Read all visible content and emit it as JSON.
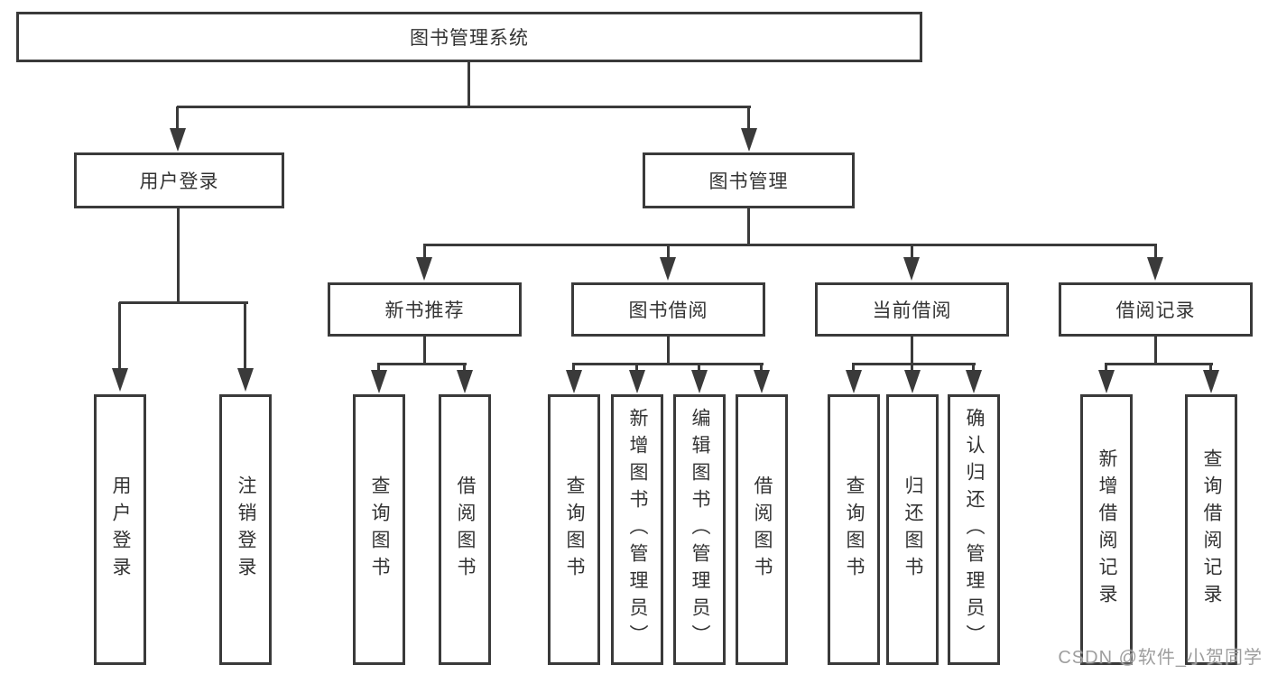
{
  "diagram": {
    "root": {
      "label": "图书管理系统"
    },
    "level2": [
      {
        "label": "用户登录"
      },
      {
        "label": "图书管理"
      }
    ],
    "level3": [
      {
        "label": "新书推荐"
      },
      {
        "label": "图书借阅"
      },
      {
        "label": "当前借阅"
      },
      {
        "label": "借阅记录"
      }
    ],
    "leaves": {
      "user_login": [
        "用户登录",
        "注销登录"
      ],
      "new_book_recommend": [
        "查询图书",
        "借阅图书"
      ],
      "book_borrow": [
        "查询图书",
        "新增图书（管理员）",
        "编辑图书（管理员）",
        "借阅图书"
      ],
      "current_borrow": [
        "查询图书",
        "归还图书",
        "确认归还（管理员）"
      ],
      "borrow_records": [
        "新增借阅记录",
        "查询借阅记录"
      ]
    }
  },
  "watermark": {
    "text": "CSDN @软件_小贺同学"
  },
  "colors": {
    "line": "#3a3a3a",
    "text": "#333333",
    "watermark": "#9e9e9e",
    "background": "#ffffff"
  }
}
